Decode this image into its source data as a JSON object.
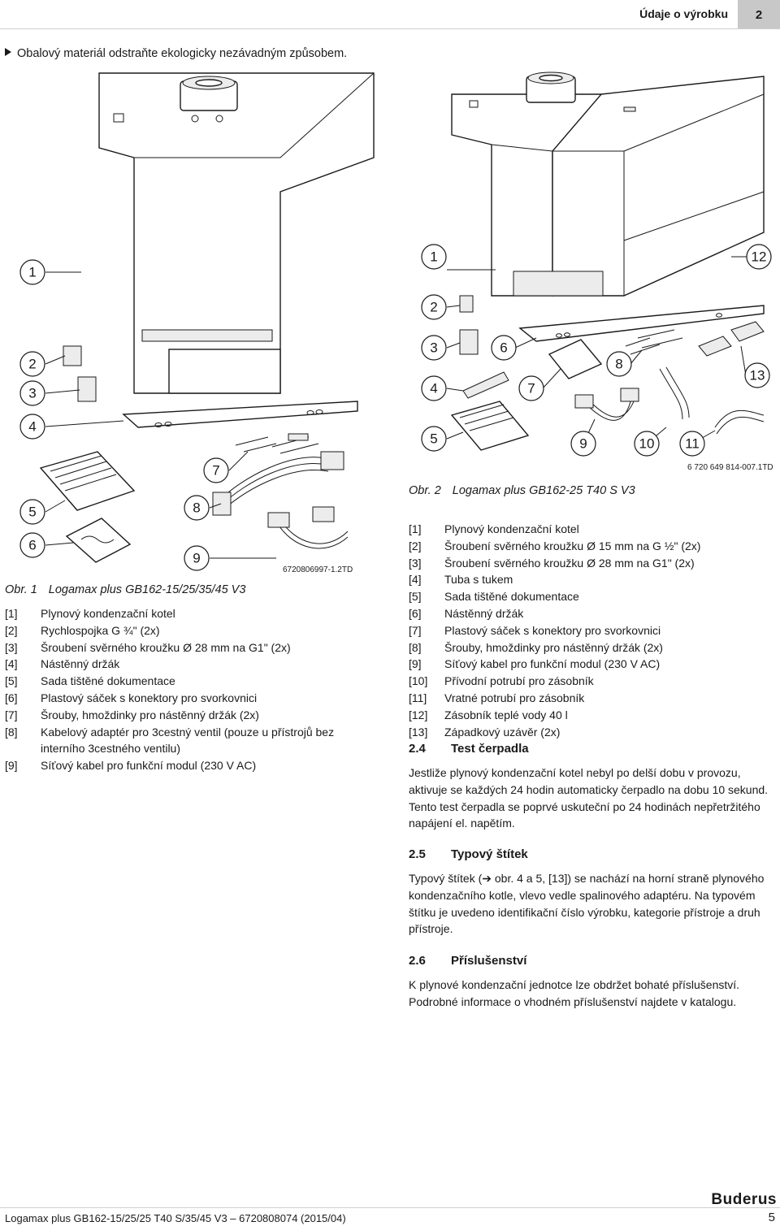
{
  "header": {
    "section_title": "Údaje o výrobku",
    "chapter": "2"
  },
  "note": "Obalový materiál odstraňte ekologicky nezávadným způsobem.",
  "figure1": {
    "code": "6720806997-1.2TD",
    "callouts": [
      "1",
      "2",
      "3",
      "4",
      "5",
      "6",
      "7",
      "8",
      "9"
    ],
    "caption_label": "Obr. 1",
    "caption_title": "Logamax plus GB162-15/25/35/45 V3",
    "legend": [
      {
        "key": "[1]",
        "text": "Plynový kondenzační kotel"
      },
      {
        "key": "[2]",
        "text": "Rychlospojka G ¾\" (2x)"
      },
      {
        "key": "[3]",
        "text": "Šroubení svěrného kroužku Ø 28 mm na G1\" (2x)"
      },
      {
        "key": "[4]",
        "text": "Nástěnný držák"
      },
      {
        "key": "[5]",
        "text": "Sada tištěné dokumentace"
      },
      {
        "key": "[6]",
        "text": "Plastový sáček s konektory pro svorkovnici"
      },
      {
        "key": "[7]",
        "text": "Šrouby, hmoždinky pro nástěnný držák (2x)"
      },
      {
        "key": "[8]",
        "text": "Kabelový adaptér pro 3cestný ventil (pouze u přístrojů bez interního 3cestného ventilu)"
      },
      {
        "key": "[9]",
        "text": "Síťový kabel pro funkční modul (230 V AC)"
      }
    ]
  },
  "figure2": {
    "code": "6 720 649 814-007.1TD",
    "callouts": [
      "1",
      "12",
      "2",
      "3",
      "6",
      "8",
      "13",
      "4",
      "7",
      "5",
      "9",
      "10",
      "11"
    ],
    "caption_label": "Obr. 2",
    "caption_title": "Logamax plus GB162-25 T40 S V3",
    "legend": [
      {
        "key": "[1]",
        "text": "Plynový kondenzační kotel"
      },
      {
        "key": "[2]",
        "text": "Šroubení svěrného kroužku Ø 15 mm na G ½\" (2x)"
      },
      {
        "key": "[3]",
        "text": "Šroubení svěrného kroužku Ø 28 mm na G1\" (2x)"
      },
      {
        "key": "[4]",
        "text": "Tuba s tukem"
      },
      {
        "key": "[5]",
        "text": "Sada tištěné dokumentace"
      },
      {
        "key": "[6]",
        "text": "Nástěnný držák"
      },
      {
        "key": "[7]",
        "text": "Plastový sáček s konektory pro svorkovnici"
      },
      {
        "key": "[8]",
        "text": "Šrouby, hmoždinky pro nástěnný držák (2x)"
      },
      {
        "key": "[9]",
        "text": "Síťový kabel pro funkční modul (230 V AC)"
      },
      {
        "key": "[10]",
        "text": "Přívodní potrubí pro zásobník"
      },
      {
        "key": "[11]",
        "text": "Vratné potrubí pro zásobník"
      },
      {
        "key": "[12]",
        "text": "Zásobník teplé vody 40 l"
      },
      {
        "key": "[13]",
        "text": "Západkový uzávěr (2x)"
      }
    ]
  },
  "sections": [
    {
      "num": "2.4",
      "title": "Test čerpadla",
      "text": "Jestliže plynový kondenzační kotel nebyl po delší dobu v provozu, aktivuje se každých 24 hodin automaticky čerpadlo na dobu 10 sekund. Tento test čerpadla se poprvé uskuteční po 24 hodinách nepřetržitého napájení el. napětím."
    },
    {
      "num": "2.5",
      "title": "Typový štítek",
      "text": "Typový štítek (➔ obr. 4 a 5, [13]) se nachází na horní straně plynového kondenzačního kotle, vlevo vedle spalinového adaptéru. Na typovém štítku je uvedeno identifikační číslo výrobku, kategorie přístroje a druh přístroje."
    },
    {
      "num": "2.6",
      "title": "Příslušenství",
      "text": "K plynové kondenzační jednotce lze obdržet bohaté příslušenství. Podrobné informace o vhodném příslušenství najdete v katalogu."
    }
  ],
  "footer": {
    "left": "Logamax plus GB162-15/25/25 T40 S/35/45 V3 – 6720808074 (2015/04)",
    "page": "5",
    "brand": "Buderus"
  }
}
